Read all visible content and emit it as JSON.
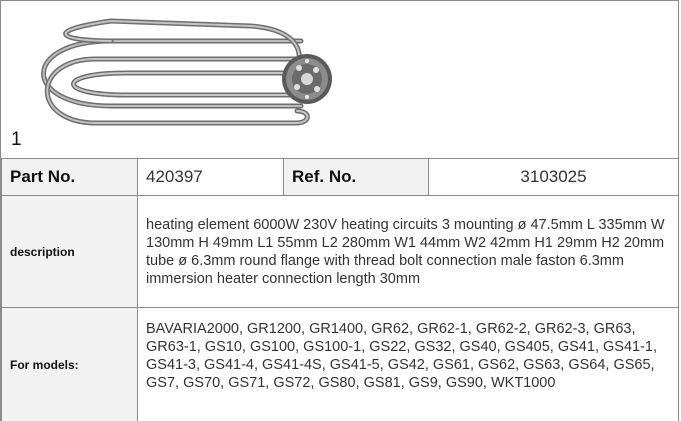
{
  "product": {
    "image_index": "1",
    "part_no_label": "Part No.",
    "part_no_value": "420397",
    "ref_no_label": "Ref. No.",
    "ref_no_value": "3103025",
    "description_label": "description",
    "description_text": "heating element  6000W 230V heating circuits 3 mounting ø 47.5mm L 335mm W 130mm H 49mm L1 55mm L2 280mm W1 44mm W2 42mm H1 29mm H2 20mm tube ø 6.3mm round flange with thread bolt connection male faston 6.3mm immersion heater connection length 30mm",
    "models_label": "For models:",
    "models_text": "BAVARIA2000, GR1200, GR1400, GR62, GR62-1, GR62-2, GR62-3, GR63, GR63-1, GS10, GS100, GS100-1, GS22, GS32, GS40, GS405, GS41, GS41-1, GS41-3, GS41-4, GS41-4S, GS41-5, GS42, GS61, GS62, GS63, GS64, GS65, GS7, GS70, GS71, GS72, GS80, GS81, GS9, GS90, WKT1000"
  },
  "colors": {
    "border": "#8a8a8a",
    "label_background": "#f2f2f2",
    "tube": "#7a7a7a"
  }
}
